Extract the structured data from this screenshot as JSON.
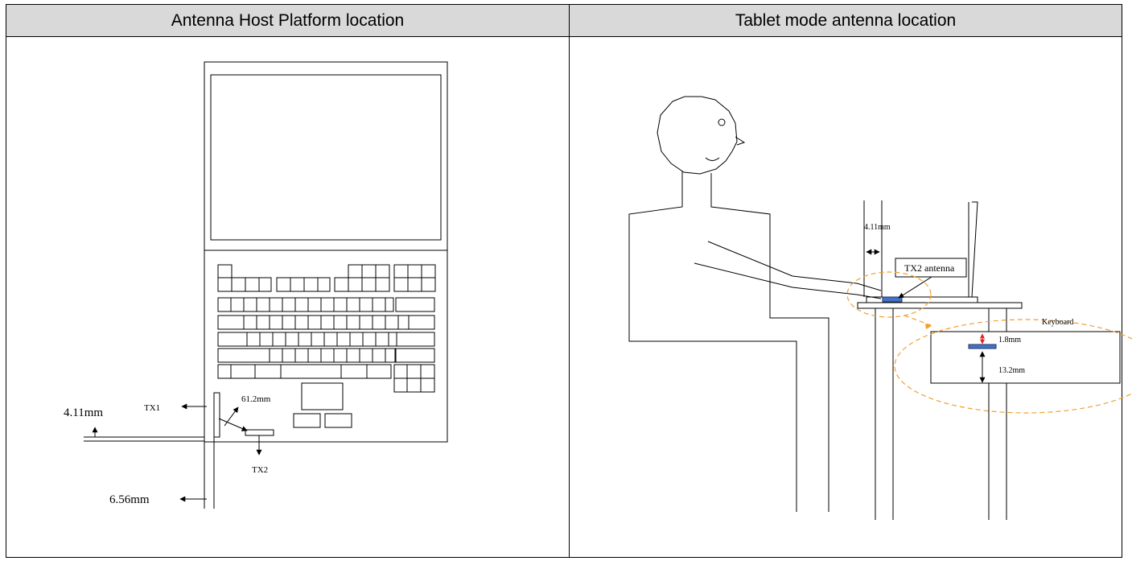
{
  "table": {
    "left_header": "Antenna Host Platform location",
    "right_header": "Tablet mode antenna location"
  },
  "left_figure": {
    "tx1": "TX1",
    "tx2": "TX2",
    "dist_top": "4.11mm",
    "dist_diag": "61.2mm",
    "dist_bottom": "6.56mm"
  },
  "right_figure": {
    "dist_side": "4.11mm",
    "antenna_label": "TX2 antenna",
    "keyboard": "Keyboard",
    "dist_gap": "1.8mm",
    "dist_height": "13.2mm"
  },
  "colors": {
    "header_bg": "#d9d9d9",
    "antenna_fill": "#4472c4",
    "callout": "#f0a030",
    "gap_arrow": "#e02020"
  }
}
